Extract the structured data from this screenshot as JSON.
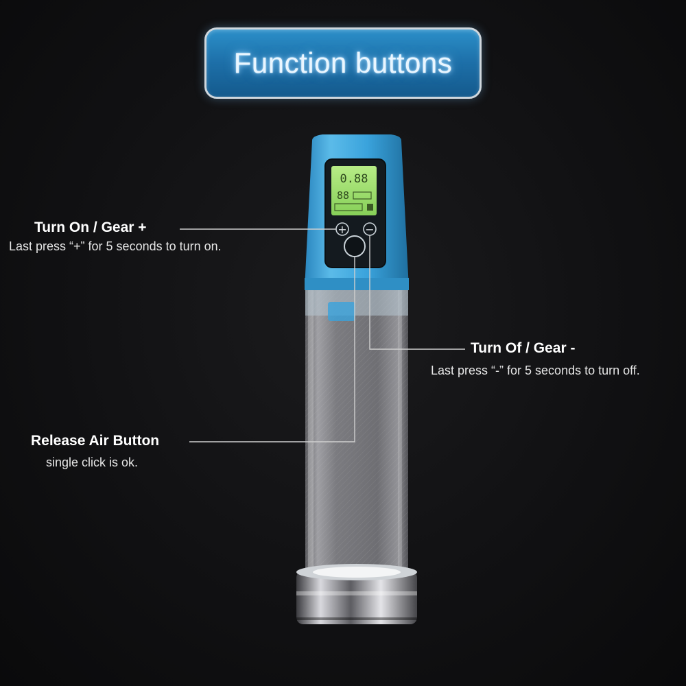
{
  "title": "Function buttons",
  "labels": {
    "turn_on": {
      "heading": "Turn On / Gear +",
      "note": "Last press “+” for 5 seconds to turn on."
    },
    "turn_off": {
      "heading": "Turn Of / Gear -",
      "note": "Last press “-” for 5 seconds to turn off."
    },
    "release_air": {
      "heading": "Release Air Button",
      "note": "single click is ok."
    }
  },
  "display": {
    "line1": "0.88",
    "line2": "88"
  },
  "buttons": {
    "plus_symbol": "+",
    "minus_symbol": "−"
  },
  "colors": {
    "device_blue": "#3aa3dc",
    "lcd_green": "#9fe070",
    "title_blue": "#1d6fa8"
  }
}
